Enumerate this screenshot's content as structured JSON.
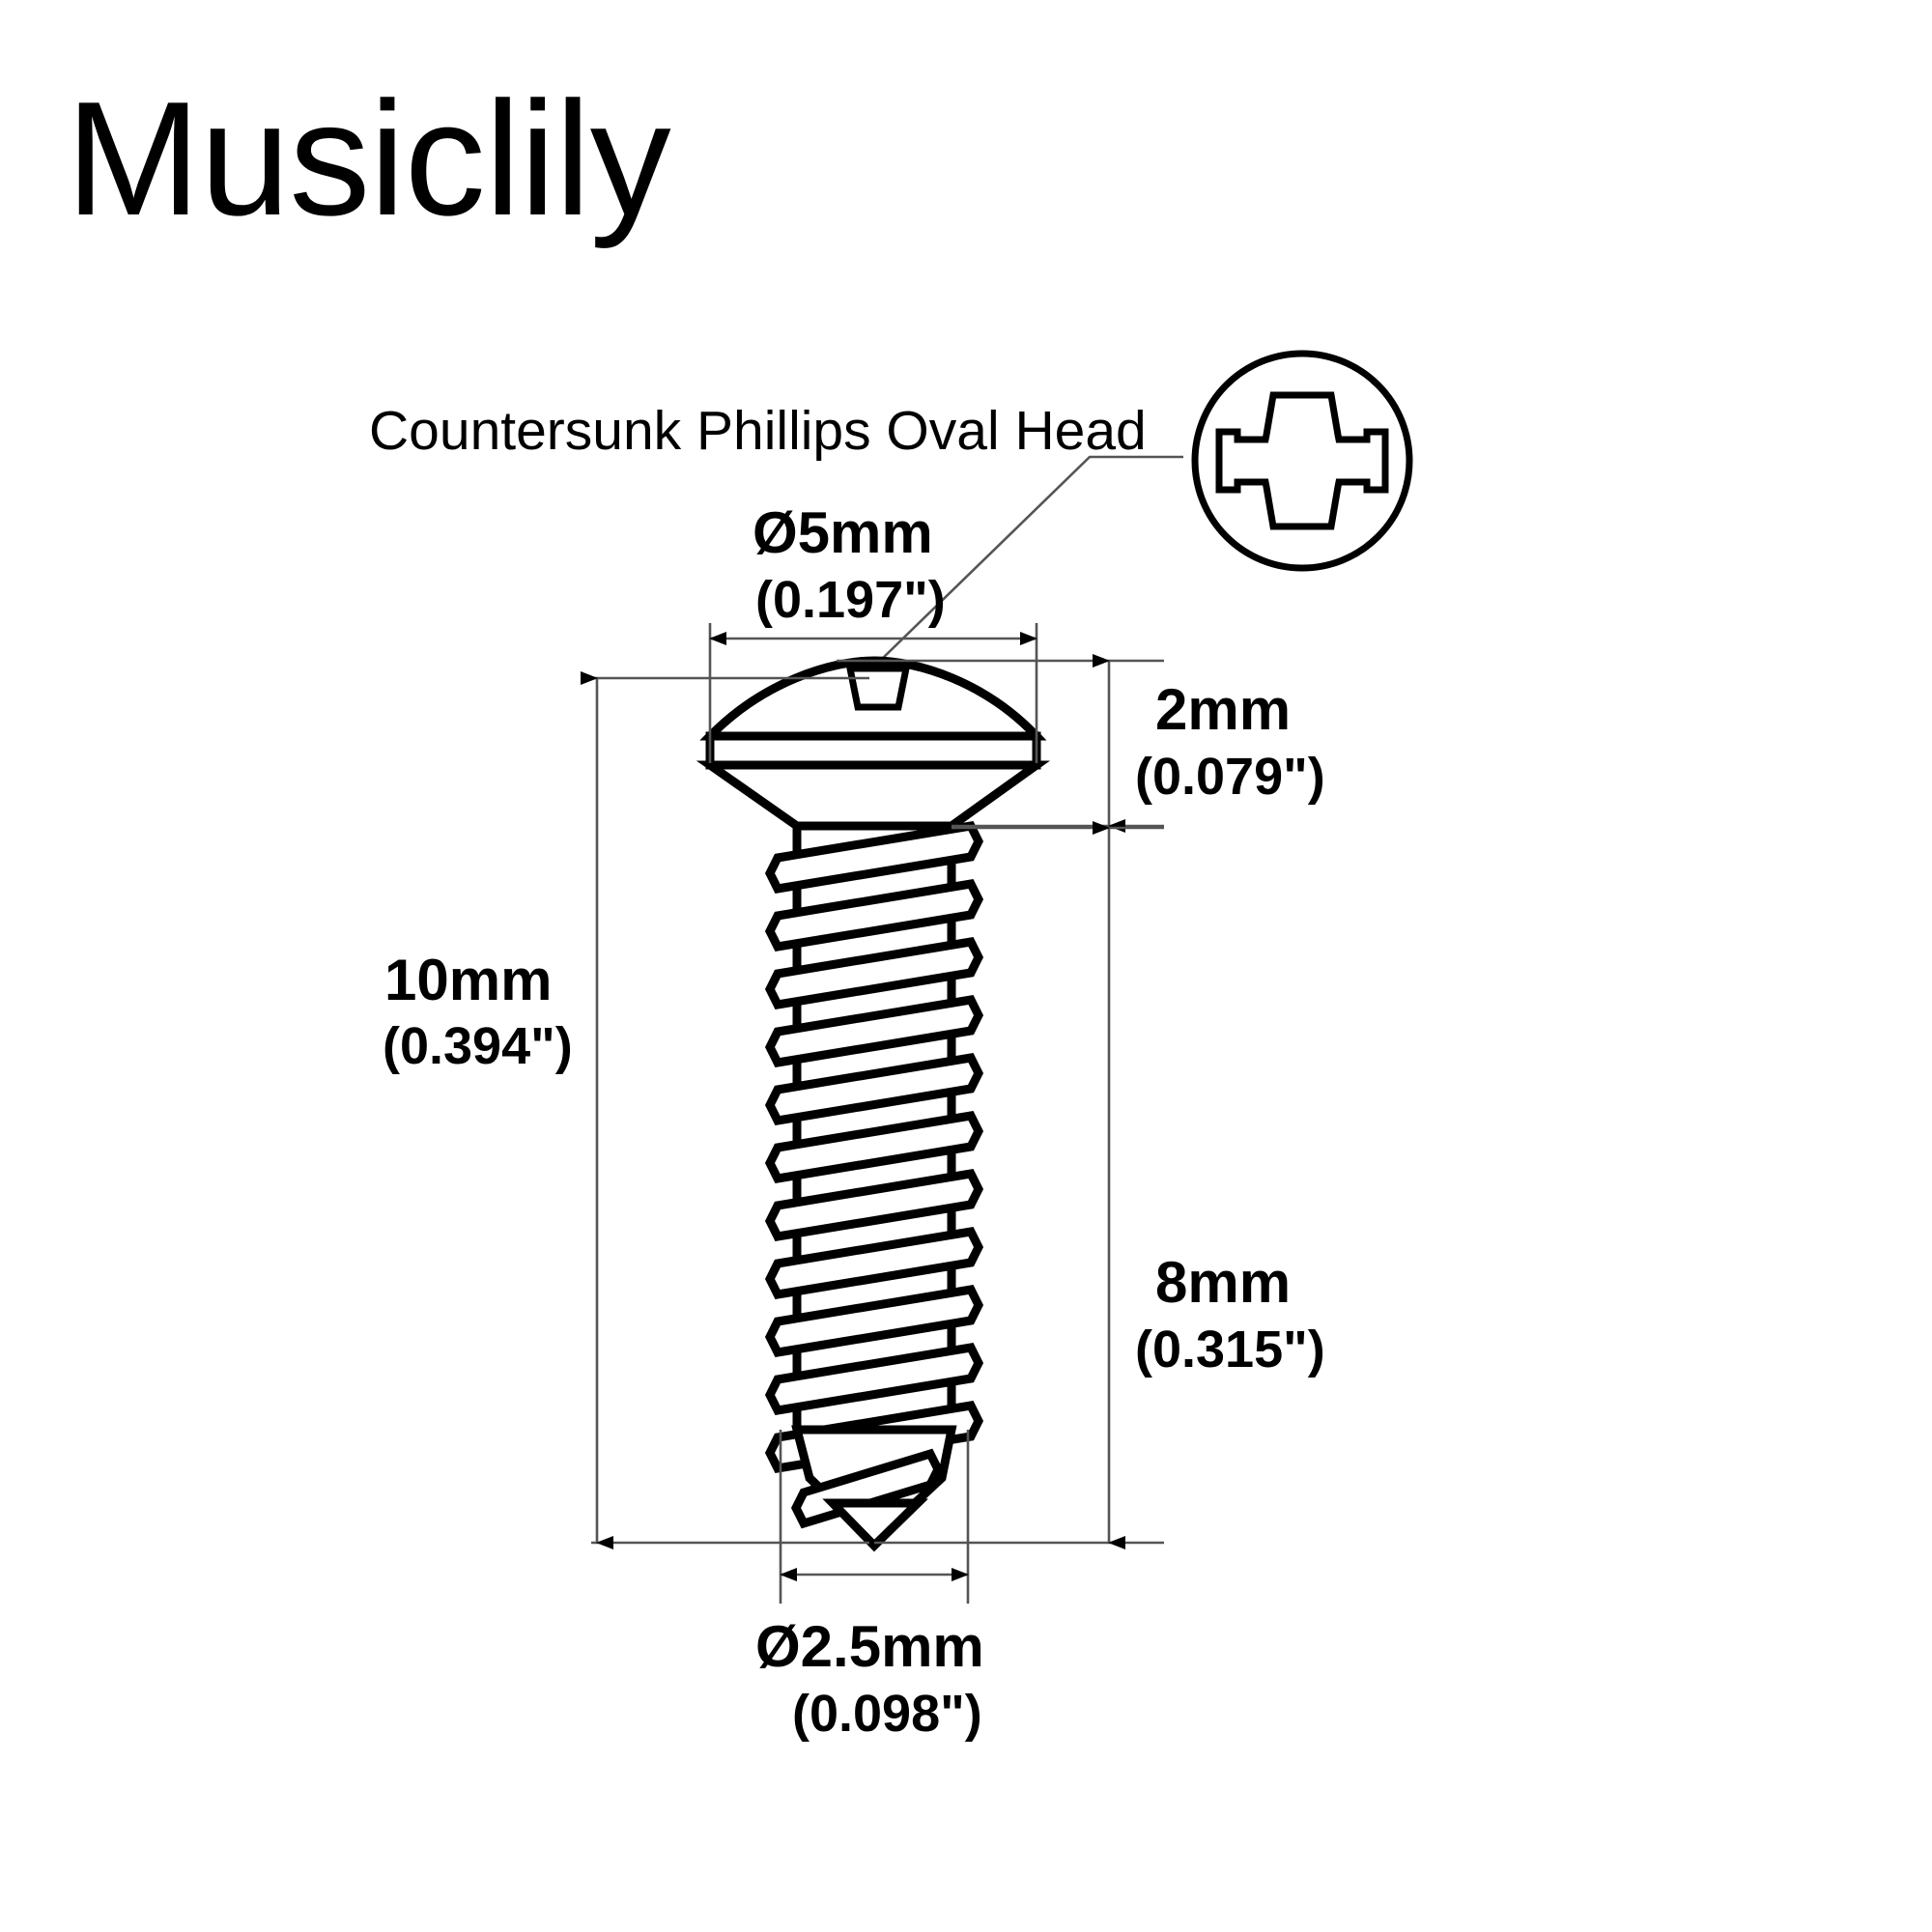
{
  "brand": {
    "name": "Musiclily"
  },
  "diagram": {
    "caption": "Countersunk Phillips Oval Head",
    "drive_icon": "phillips-cross-icon",
    "dimensions": {
      "head_diameter": {
        "metric": "Ø5mm",
        "imperial": "(0.197\")"
      },
      "head_height": {
        "metric": "2mm",
        "imperial": "(0.079\")"
      },
      "overall_length": {
        "metric": "10mm",
        "imperial": "(0.394\")"
      },
      "thread_length": {
        "metric": "8mm",
        "imperial": "(0.315\")"
      },
      "shank_diameter": {
        "metric": "Ø2.5mm",
        "imperial": "(0.098\")"
      }
    }
  },
  "colors": {
    "ink": "#000000",
    "dimension_line": "#555555",
    "background": "#ffffff"
  }
}
